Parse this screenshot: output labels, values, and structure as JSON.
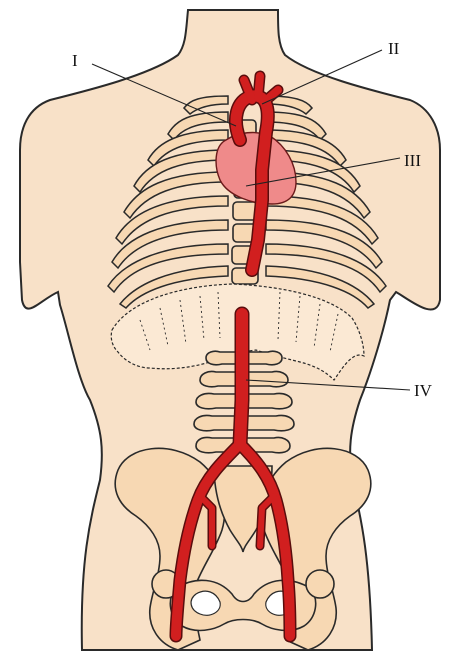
{
  "labels": {
    "I": "I",
    "II": "II",
    "III": "III",
    "IV": "IV"
  },
  "colors": {
    "skin": "#f8e1c8",
    "bone": "#f7d8b3",
    "artery": "#d11f1f",
    "heart": "#ef8a8a"
  }
}
